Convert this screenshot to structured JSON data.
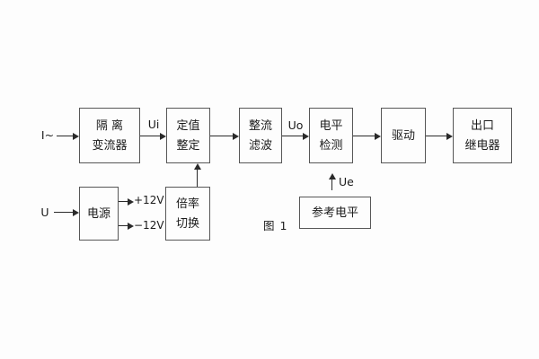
{
  "colors": {
    "line": "#2a2a2a",
    "box_border": "#575757",
    "text": "#1b1b1b",
    "background": "#fdfdfd"
  },
  "diagram": {
    "caption": "图 1",
    "inputs": {
      "current": "I~",
      "voltage": "U"
    },
    "signals": {
      "ui": "Ui",
      "uo": "Uo",
      "ue": "Ue"
    },
    "power_rails": {
      "positive": "+12V",
      "negative": "−12V"
    },
    "blocks": {
      "isolation_transformer": {
        "line1": "隔 离",
        "line2": "变流器"
      },
      "setting_adjust": {
        "line1": "定值",
        "line2": "整定"
      },
      "rectifier_filter": {
        "line1": "整流",
        "line2": "滤波"
      },
      "level_detector": {
        "line1": "电平",
        "line2": "检测"
      },
      "driver": {
        "line1": "驱动"
      },
      "output_relay": {
        "line1": "出口",
        "line2": "继电器"
      },
      "power_supply": {
        "line1": "电源"
      },
      "ratio_switch": {
        "line1": "倍率",
        "line2": "切换"
      },
      "reference_level": {
        "line1": "参考电平"
      }
    }
  }
}
